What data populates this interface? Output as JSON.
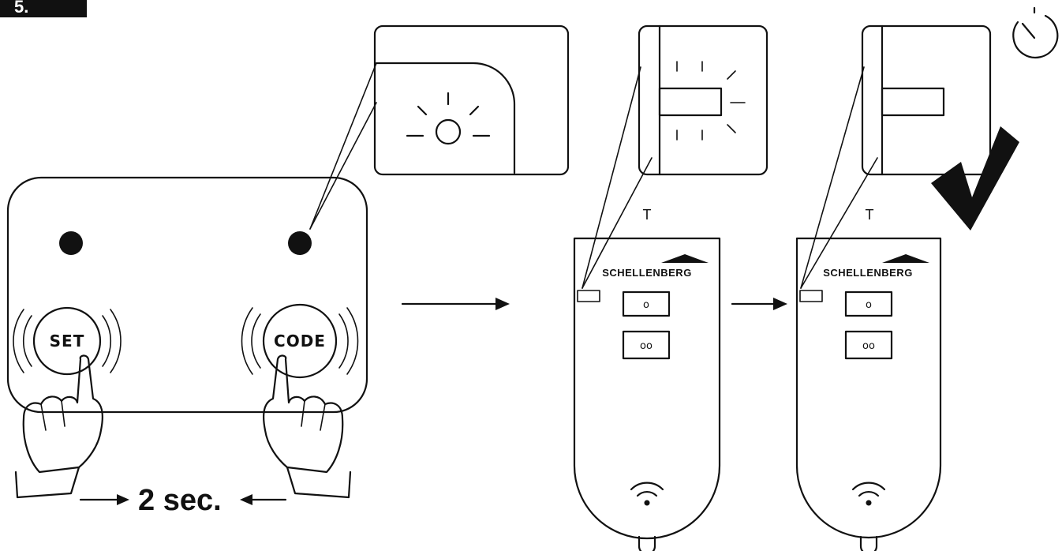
{
  "step_badge": "5.",
  "base_unit": {
    "set_label": "SET",
    "code_label": "CODE"
  },
  "hold_duration": "2 sec.",
  "remotes": [
    {
      "brand": "SCHELLENBERG",
      "top_mark": "T",
      "button_1": "o",
      "button_2": "oo"
    },
    {
      "brand": "SCHELLENBERG",
      "top_mark": "T",
      "button_1": "o",
      "button_2": "oo"
    }
  ],
  "icons": [
    "timer-icon",
    "checkmark-icon",
    "wifi-icon",
    "light-burst-icon",
    "hand-pointing-icon",
    "arrow-right-icon"
  ],
  "colors": {
    "ink": "#111111",
    "background": "#ffffff"
  }
}
